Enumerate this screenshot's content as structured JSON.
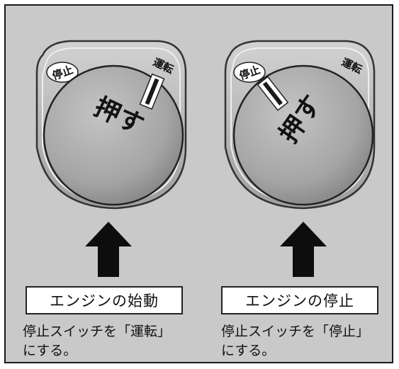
{
  "left": {
    "stop_label": "停止",
    "run_label": "運転",
    "push_label": "押す",
    "caption": "エンジンの始動",
    "desc_line1": "停止スイッチを「運転」",
    "desc_line2": "にする。"
  },
  "right": {
    "stop_label": "停止",
    "run_label": "運転",
    "push_label": "押す",
    "caption": "エンジンの停止",
    "desc_line1": "停止スイッチを「停止」",
    "desc_line2": "にする。"
  },
  "colors": {
    "background": "#c9c9c9",
    "knob": "#a9a9a9",
    "housing": "#b7b7b7",
    "arrow": "#0d0d0d"
  },
  "icons": [
    "up-arrow-icon",
    "lever-indicator-icon"
  ]
}
